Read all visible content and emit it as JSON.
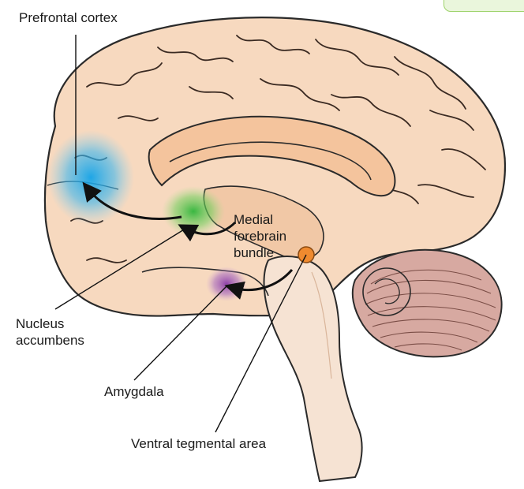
{
  "labels": {
    "prefrontal_cortex": "Prefrontal cortex",
    "nucleus_accumbens_line1": "Nucleus",
    "nucleus_accumbens_line2": "accumbens",
    "amygdala": "Amygdala",
    "vta": "Ventral tegmental area",
    "mfb_line1": "Medial",
    "mfb_line2": "forebrain",
    "mfb_line3": "bundle"
  },
  "colors": {
    "brain_fill": "#f7d9bf",
    "brain_outline": "#2a2a2a",
    "inner_fill": "#f4c49d",
    "brainstem_fill": "#f6e3d3",
    "cerebellum_fill": "#d7a9a1",
    "prefrontal_glow": "#2aaae8",
    "accumbens_glow": "#4cc24a",
    "amygdala_glow": "#9a4fb3",
    "vta_dot": "#ef8a2f",
    "corner_tab_border": "#9ed36b"
  }
}
